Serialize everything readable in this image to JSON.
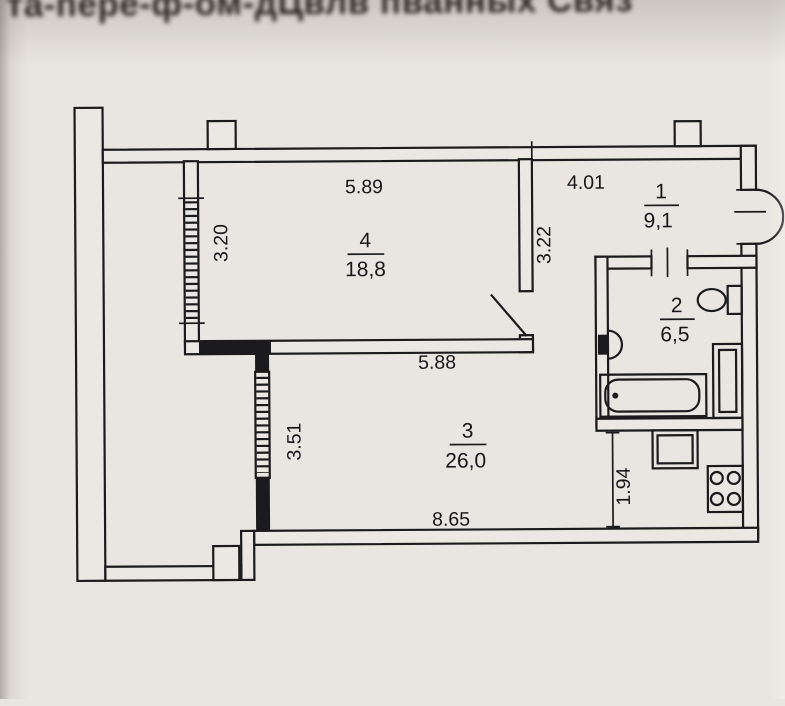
{
  "header": {
    "blurred_text": "та-пере-ф-ом-дЦвлв пванных Связ"
  },
  "floorplan": {
    "rooms": {
      "r4": {
        "number": "4",
        "area": "18,8"
      },
      "r1": {
        "number": "1",
        "area": "9,1"
      },
      "r2": {
        "number": "2",
        "area": "6,5"
      },
      "r3": {
        "number": "3",
        "area": "26,0"
      }
    },
    "dims": {
      "room4_width": "5.89",
      "room4_depth": "3.20",
      "hall_width": "4.01",
      "hall_depth": "3.22",
      "room3_top": "5.88",
      "room3_left": "3.51",
      "bottom_width": "8.65",
      "kitchen_depth": "1.94"
    },
    "icons": [
      "toilet-icon",
      "sink-icon",
      "bathtub-icon",
      "duct-icon",
      "washing-machine-icon",
      "stove-icon",
      "balcony-door-arc",
      "window-hatch"
    ],
    "colors": {
      "paper": "#e9e5e0",
      "ink": "#1b1b1d"
    }
  }
}
